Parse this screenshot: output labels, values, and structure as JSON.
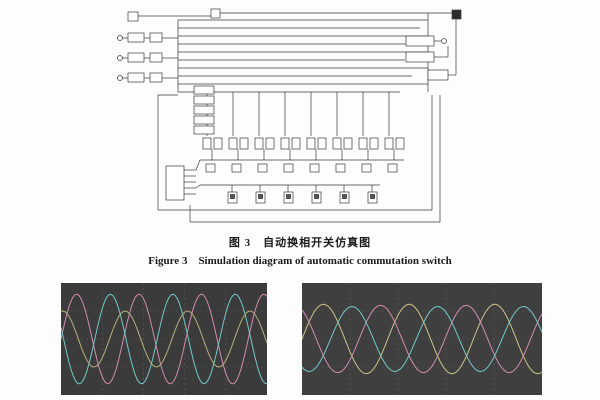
{
  "figure": {
    "caption_line1": "图 3　自动换相开关仿真图",
    "caption_line2": "Figure 3　Simulation diagram of automatic commutation switch"
  },
  "diagram": {
    "description": "Simulink simulation model of automatic commutation switch",
    "line_color": "#3a3a3a",
    "block_fill": "#ffffff"
  },
  "chart_data": [
    {
      "name": "scope-left",
      "type": "line",
      "title": "",
      "xlabel": "",
      "ylabel": "",
      "background": "#3b3b3b",
      "grid": true,
      "grid_color": "#5c5c5c",
      "grid_x": 5,
      "grid_y": 4,
      "cycles": 3.3,
      "series": [
        {
          "name": "wave-pink",
          "color": "#d08cae",
          "amplitude": 0.8,
          "phase_deg": 0
        },
        {
          "name": "wave-cyan",
          "color": "#74c9c9",
          "amplitude": 0.8,
          "phase_deg": 165
        },
        {
          "name": "wave-olive",
          "color": "#b7b07c",
          "amplitude": 0.5,
          "phase_deg": 80
        }
      ]
    },
    {
      "name": "scope-right",
      "type": "line",
      "title": "",
      "xlabel": "",
      "ylabel": "",
      "background": "#3f3f3f",
      "grid": true,
      "grid_color": "#5c5c5c",
      "grid_x": 5,
      "grid_y": 4,
      "cycles": 2.8,
      "series": [
        {
          "name": "phase-a",
          "color": "#cdc489",
          "amplitude": 0.62,
          "phase_deg": 0
        },
        {
          "name": "phase-b",
          "color": "#d08cae",
          "amplitude": 0.6,
          "phase_deg": 120
        },
        {
          "name": "phase-c",
          "color": "#74c9c9",
          "amplitude": 0.58,
          "phase_deg": 240
        }
      ]
    }
  ]
}
